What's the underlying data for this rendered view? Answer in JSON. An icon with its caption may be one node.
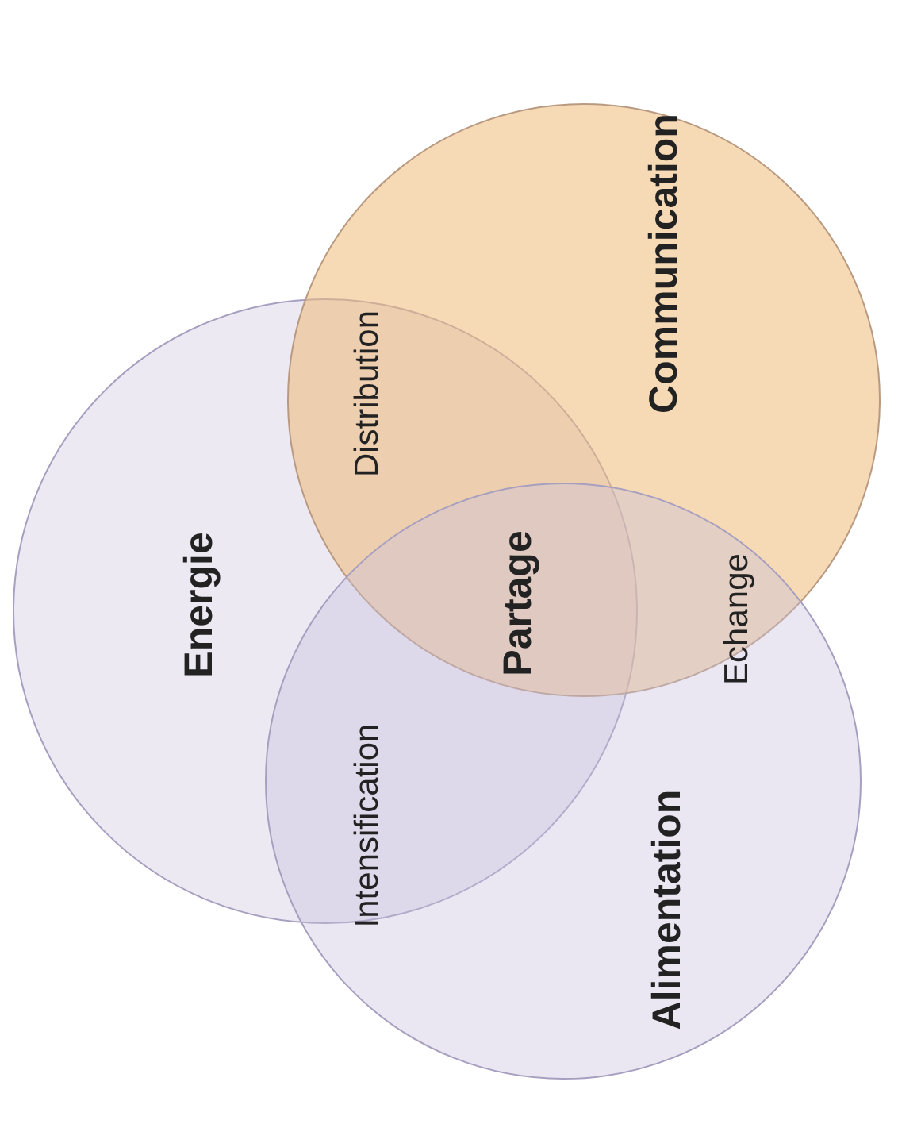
{
  "diagram": {
    "nodes": [
      {
        "text": [
          "Energie"
        ]
      },
      {
        "text": [
          "Communication"
        ]
      },
      {
        "text": [
          "Alimentation"
        ]
      }
    ],
    "labels": [
      "Distribution",
      "Partage",
      "Intensification",
      "Echange"
    ]
  }
}
